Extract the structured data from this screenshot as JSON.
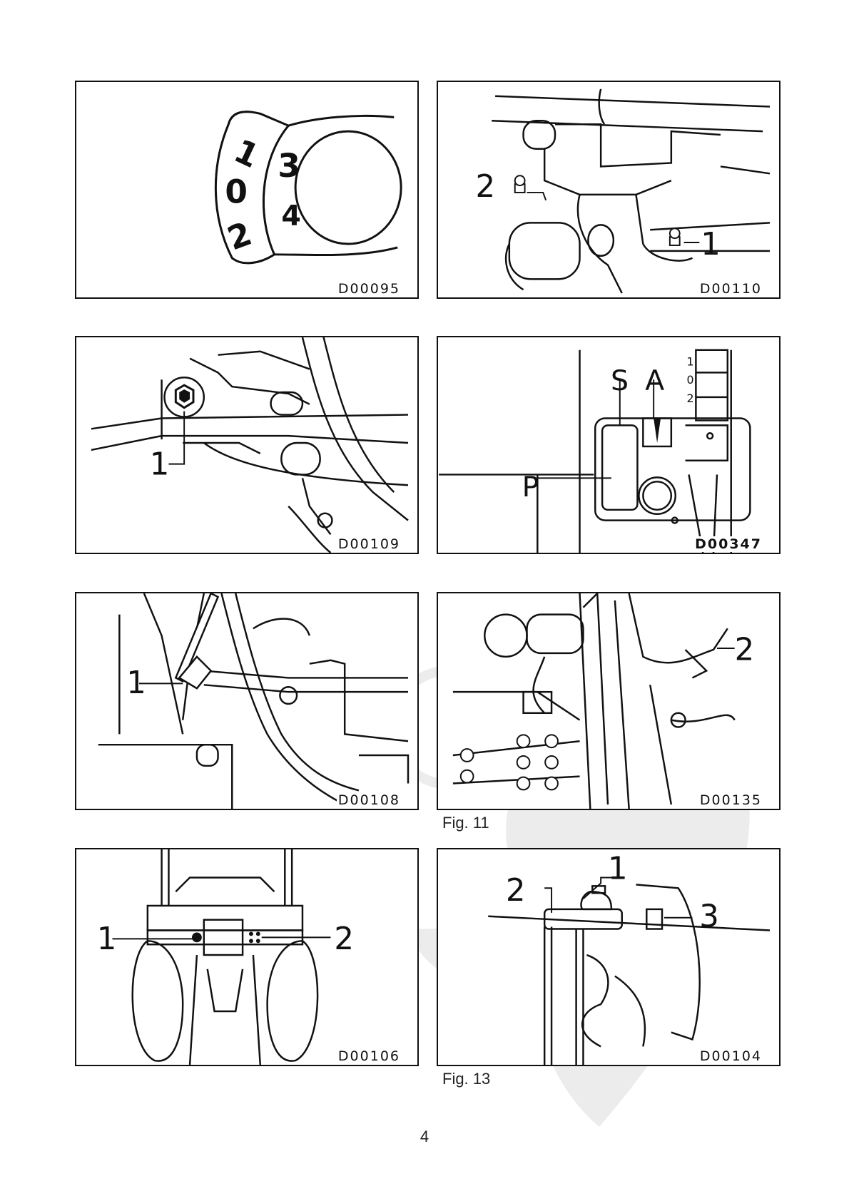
{
  "figures": [
    {
      "code": "D00095",
      "callouts": [
        "1",
        "3",
        "0",
        "2",
        "4"
      ]
    },
    {
      "code": "D00110",
      "callouts": [
        "2",
        "1"
      ]
    },
    {
      "code": "D00109",
      "callouts": [
        "1"
      ]
    },
    {
      "code": "D00347",
      "callouts": [
        "S",
        "A",
        "P",
        "1",
        "0",
        "2"
      ]
    },
    {
      "code": "D00108",
      "callouts": [
        "1"
      ]
    },
    {
      "code": "D00135",
      "callouts": [
        "2"
      ],
      "caption": "Fig. 11"
    },
    {
      "code": "D00106",
      "callouts": [
        "1",
        "2"
      ]
    },
    {
      "code": "D00104",
      "callouts": [
        "1",
        "2",
        "3"
      ],
      "caption": "Fig. 13"
    }
  ],
  "page_number": "4"
}
